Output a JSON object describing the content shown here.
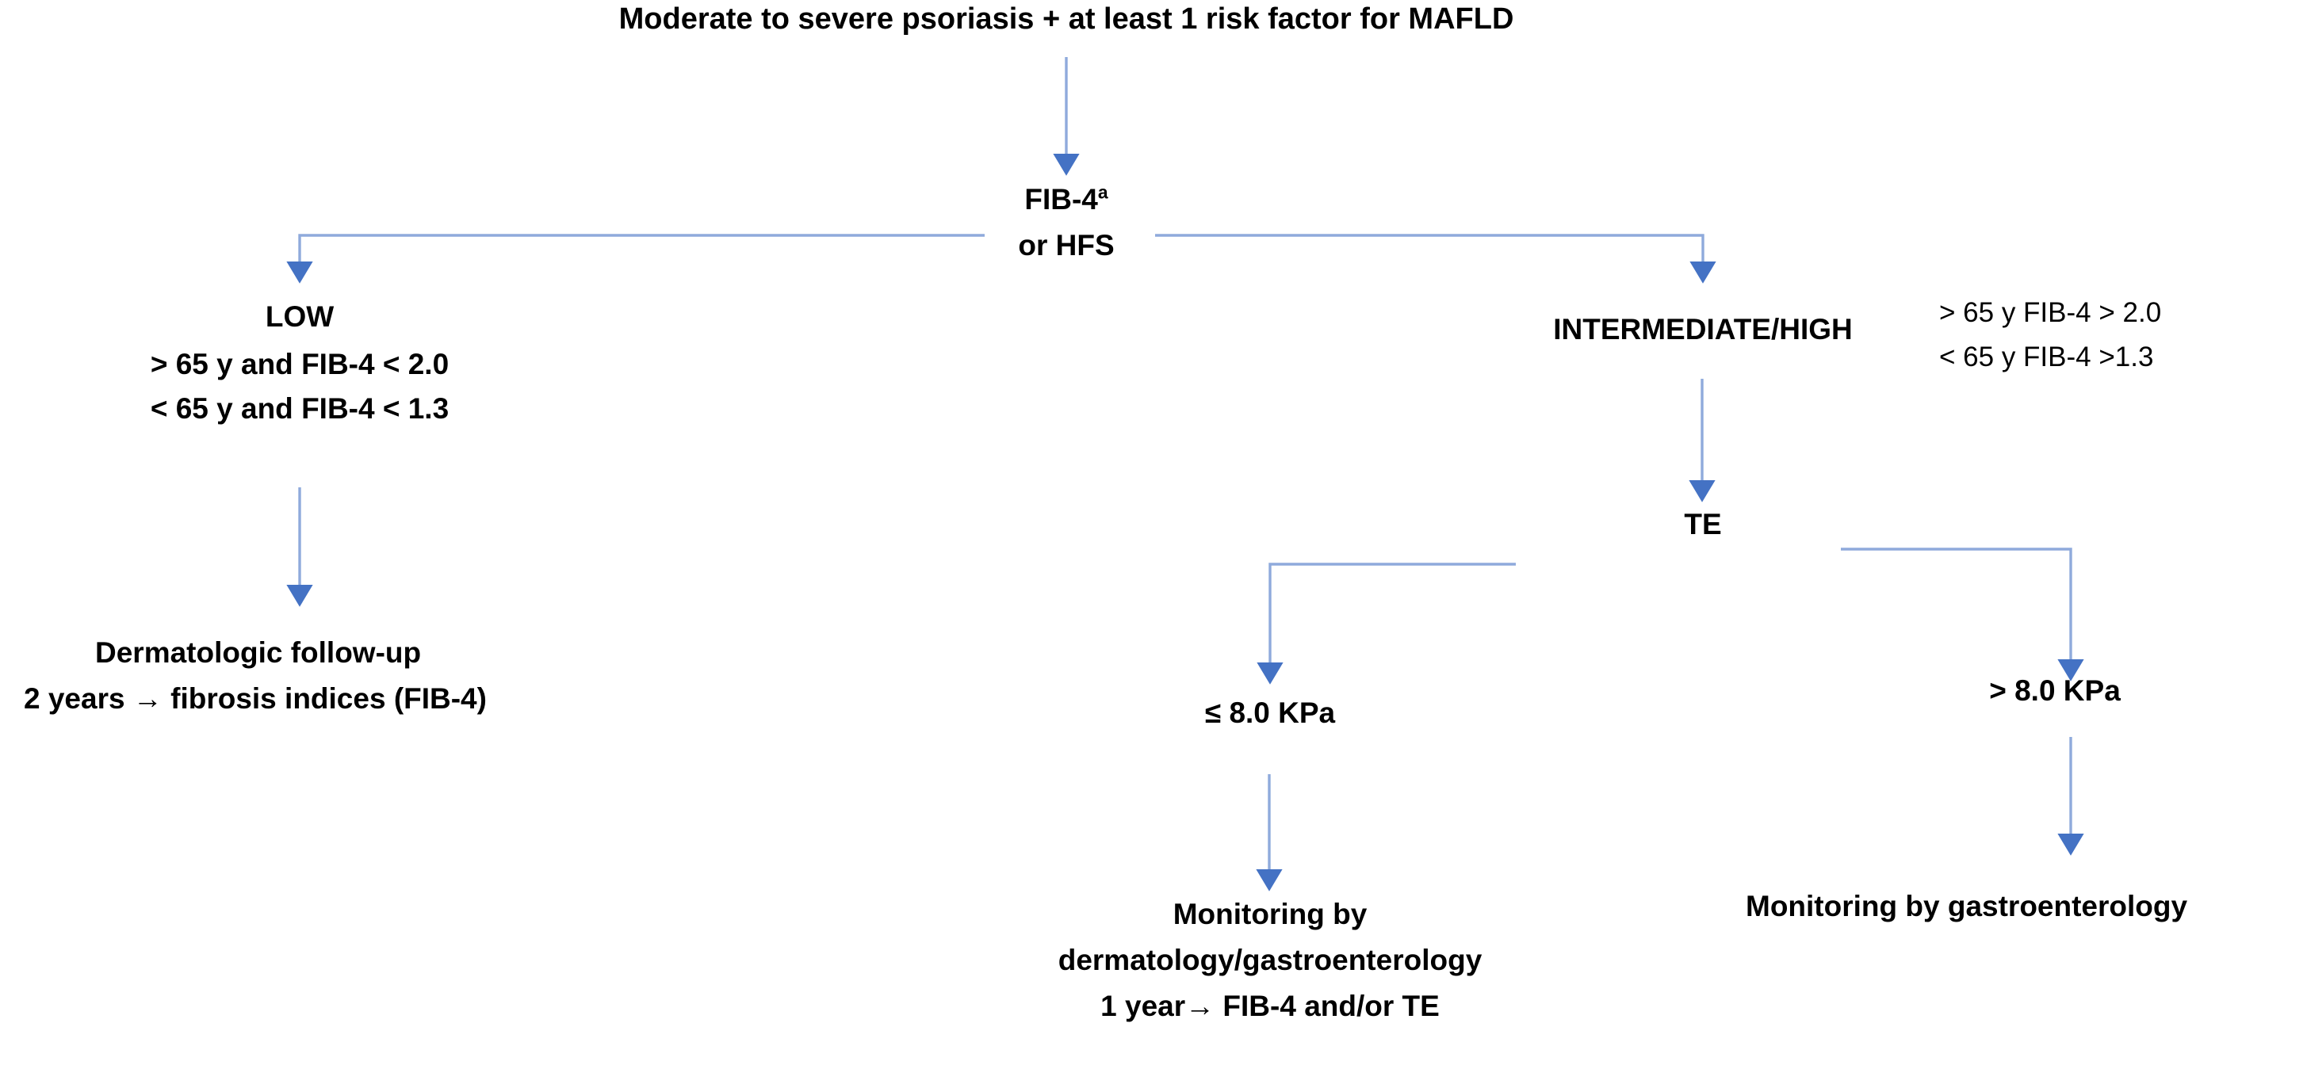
{
  "diagram": {
    "title": "Moderate to severe psoriasis + at least 1 risk factor for MAFLD",
    "colors": {
      "connector_line": "#8FAADC",
      "arrow_head": "#4472C4",
      "text": "#000000",
      "background": "#FFFFFF"
    },
    "nodes": {
      "root": {
        "label": "Moderate to severe psoriasis + at least 1 risk factor for MAFLD"
      },
      "test": {
        "line1_main": "FIB-4",
        "line1_superscript": "a",
        "line2": "or HFS"
      },
      "low": {
        "heading": "LOW",
        "criteria_1": "> 65 y and FIB-4 < 2.0",
        "criteria_2": "< 65 y and FIB-4 < 1.3"
      },
      "intermediate_high": {
        "heading": "INTERMEDIATE/HIGH",
        "criteria_1": "> 65 y FIB-4 > 2.0",
        "criteria_2": "< 65 y FIB-4 >1.3"
      },
      "derm_followup": {
        "line1": "Dermatologic follow-up",
        "line2": "2 years → fibrosis indices (FIB-4)"
      },
      "te": {
        "label": "TE"
      },
      "te_low": {
        "label": "≤ 8.0 KPa"
      },
      "te_high": {
        "label": "> 8.0 KPa"
      },
      "monitoring_combined": {
        "line1": "Monitoring by",
        "line2": "dermatology/gastroenterology",
        "line3": "1 year→ FIB-4 and/or TE"
      },
      "monitoring_gastro": {
        "label": "Monitoring by gastroenterology"
      }
    },
    "connectors": [
      {
        "name": "root-to-test",
        "kind": "vertical-arrow"
      },
      {
        "name": "test-to-low",
        "kind": "elbow-arrow-left"
      },
      {
        "name": "test-to-intermediate-high",
        "kind": "elbow-arrow-right"
      },
      {
        "name": "low-to-derm-followup",
        "kind": "vertical-arrow"
      },
      {
        "name": "intermediate-high-to-te",
        "kind": "vertical-arrow"
      },
      {
        "name": "te-to-te-low",
        "kind": "elbow-arrow-left"
      },
      {
        "name": "te-to-te-high",
        "kind": "elbow-arrow-right"
      },
      {
        "name": "te-low-to-monitoring-combined",
        "kind": "vertical-arrow"
      },
      {
        "name": "te-high-to-monitoring-gastro",
        "kind": "vertical-arrow"
      }
    ]
  }
}
